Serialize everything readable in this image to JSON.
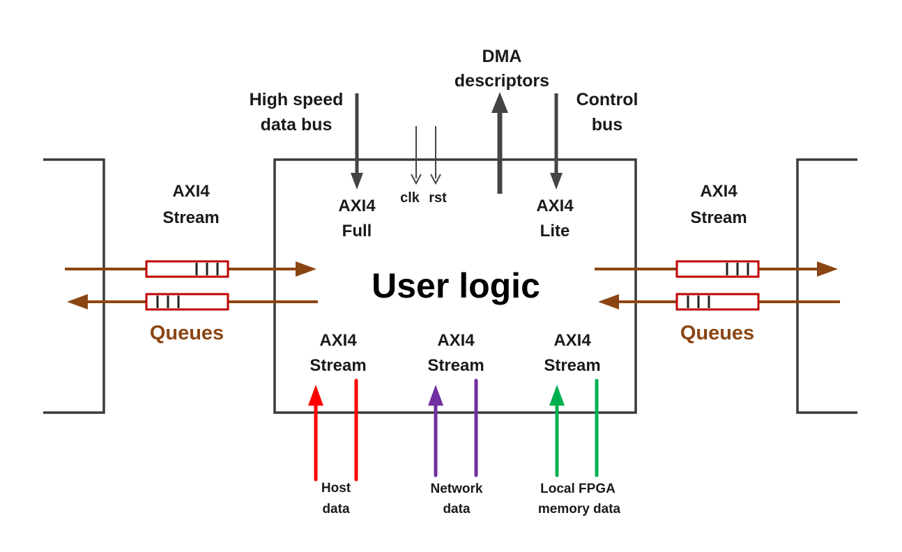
{
  "diagram": {
    "center_title": "User logic",
    "top_labels": {
      "high_speed": [
        "High speed",
        "data bus"
      ],
      "dma": [
        "DMA",
        "descriptors"
      ],
      "control": [
        "Control",
        "bus"
      ],
      "clk": "clk",
      "rst": "rst",
      "axi4_full": [
        "AXI4",
        "Full"
      ],
      "axi4_lite": [
        "AXI4",
        "Lite"
      ]
    },
    "side_labels": {
      "left_stream": [
        "AXI4",
        "Stream"
      ],
      "right_stream": [
        "AXI4",
        "Stream"
      ],
      "left_queues": "Queues",
      "right_queues": "Queues"
    },
    "bottom_ports": [
      {
        "name": "host",
        "stream": [
          "AXI4",
          "Stream"
        ],
        "label": [
          "Host",
          "data"
        ],
        "color": "#ff0000"
      },
      {
        "name": "network",
        "stream": [
          "AXI4",
          "Stream"
        ],
        "label": [
          "Network",
          "data"
        ],
        "color": "#7030a0"
      },
      {
        "name": "local-fpga",
        "stream": [
          "AXI4",
          "Stream"
        ],
        "label": [
          "Local FPGA",
          "memory data"
        ],
        "color": "#00b050"
      }
    ],
    "colors": {
      "queue_arrow": "#8b4513",
      "queue_box": "#c00000",
      "box_stroke": "#3a3a3a",
      "bus_arrow": "#444444"
    }
  }
}
